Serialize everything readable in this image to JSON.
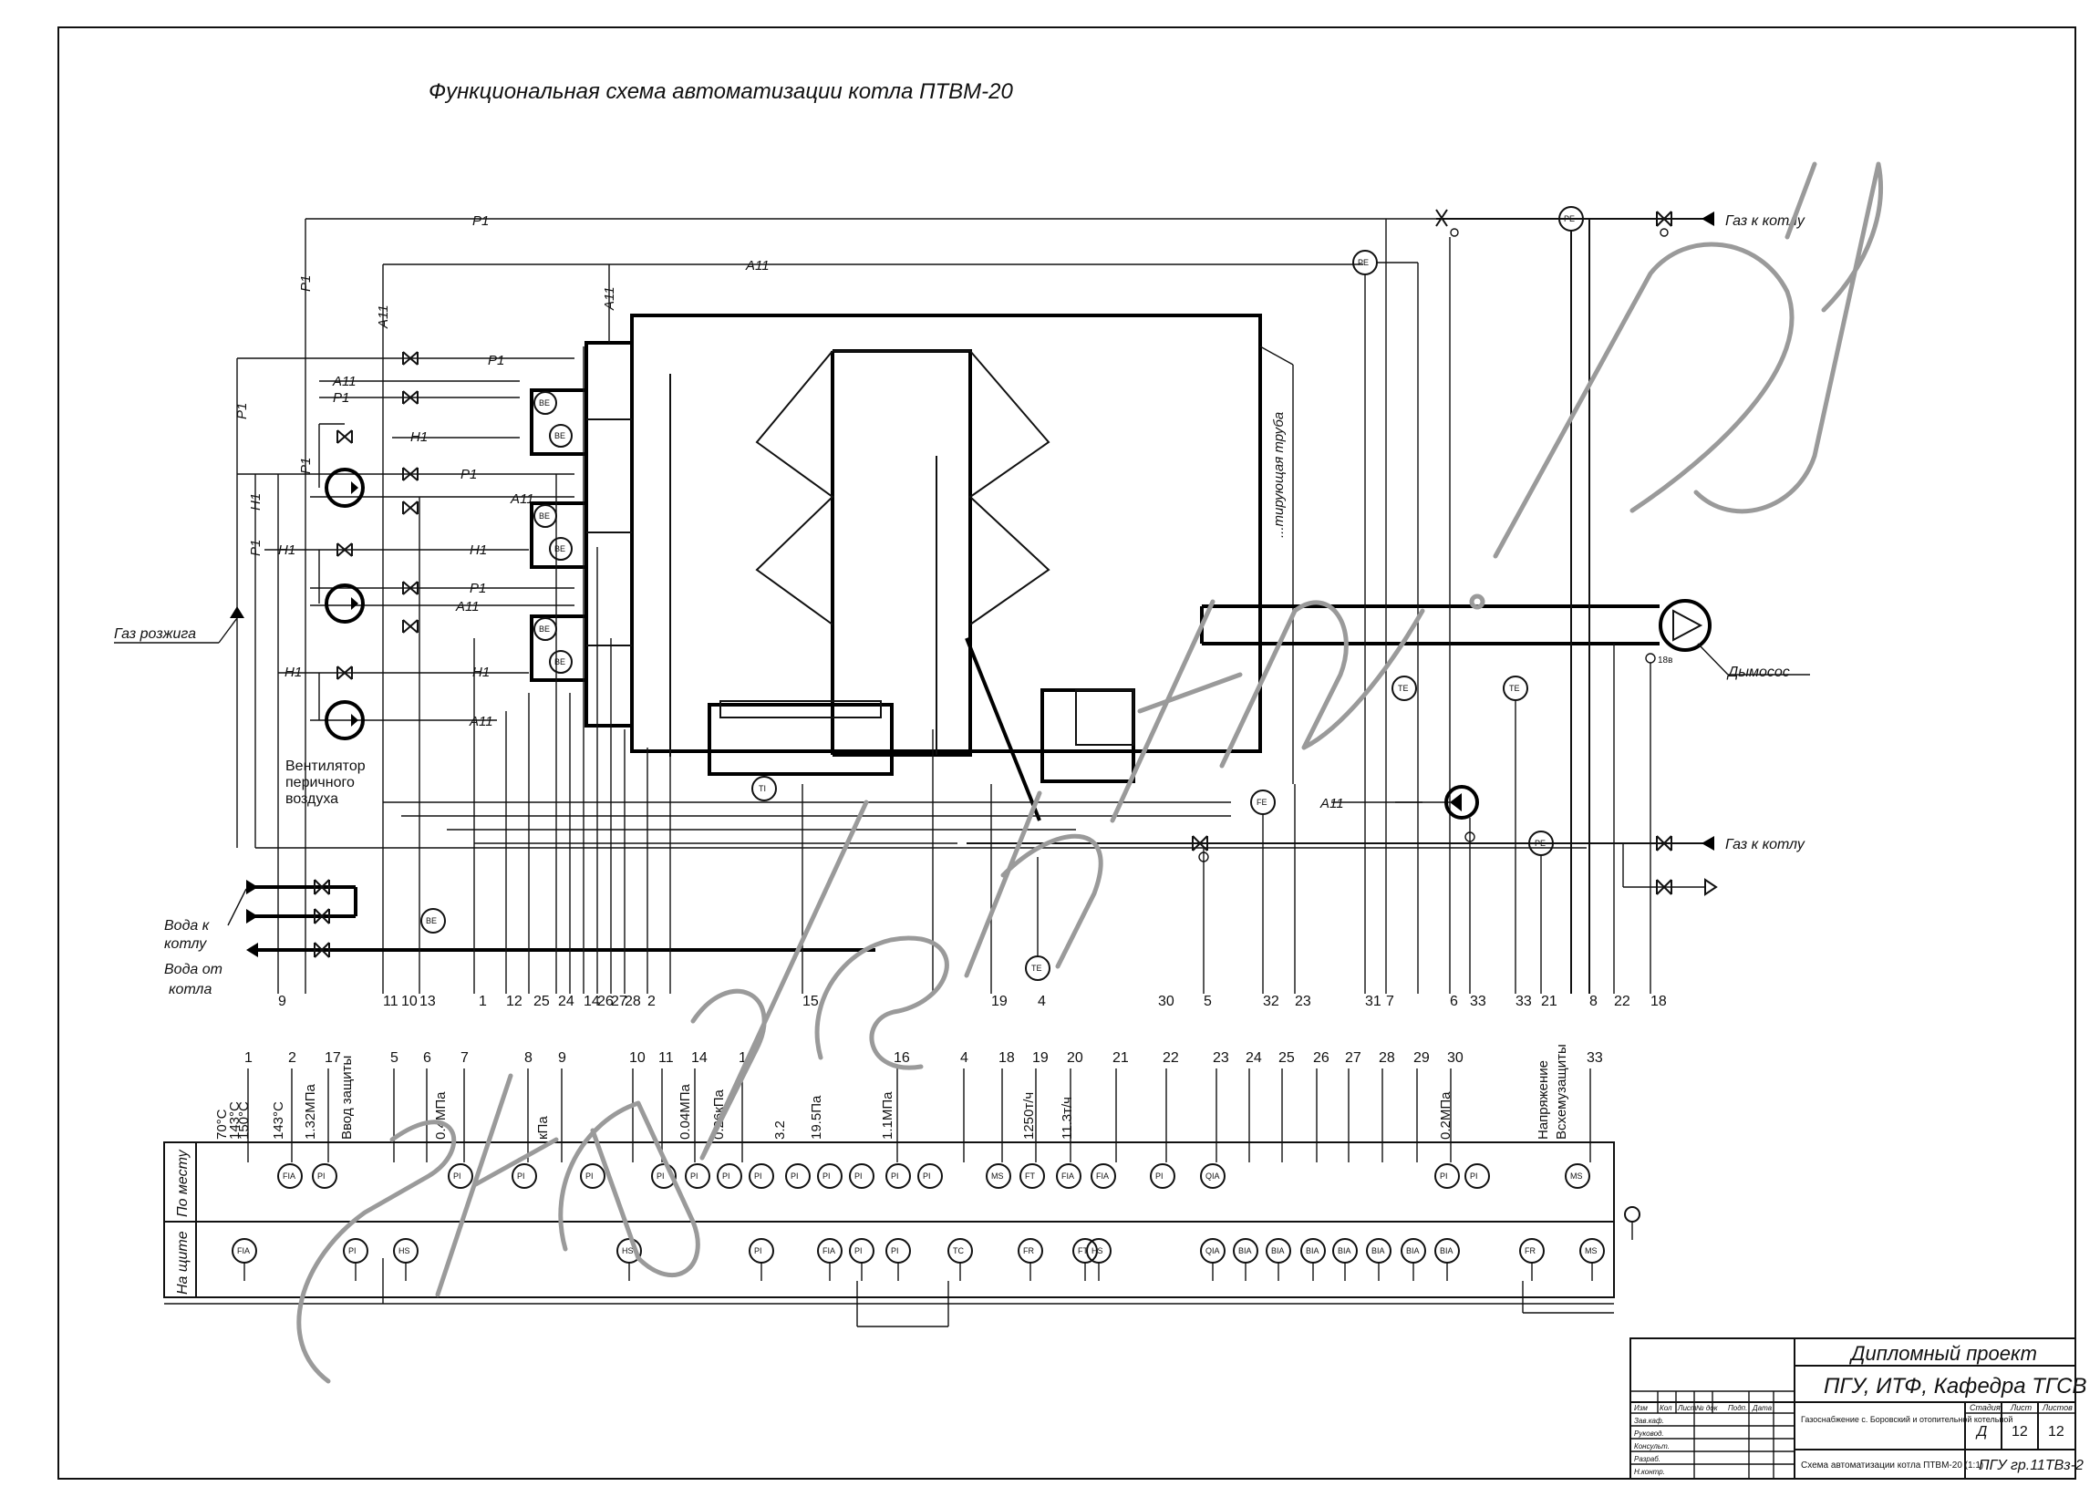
{
  "title": "Функциональная схема автоматизации котла ПТВМ-20",
  "line_labels": {
    "p1": "P1",
    "a11": "A11",
    "h1": "H1"
  },
  "labels": {
    "gas_to_boiler": "Газ к котлу",
    "ignition_gas": "Газ розжига",
    "smoke_exhauster": "Дымосос",
    "fan_line1": "Вентилятор",
    "fan_line2": "перичного",
    "fan_line3": "воздуха",
    "water_to_boiler_1": "Вода к",
    "water_to_boiler_2": "котлу",
    "water_from_boiler_1": "Вода от",
    "water_from_boiler_2": "котла",
    "chimney": "...тирующая труба",
    "on_site": "По месту",
    "on_panel": "На щите"
  },
  "bus_numbers": [
    "9",
    "11",
    "10",
    "13",
    "1",
    "12",
    "25",
    "24",
    "14",
    "26",
    "27",
    "28",
    "2",
    "15",
    "19",
    "4",
    "30",
    "5",
    "32",
    "23",
    "31",
    "7",
    "6",
    "33",
    "33",
    "21",
    "8",
    "22",
    "18"
  ],
  "panel_numbers": [
    "1",
    "2",
    "17",
    "5",
    "6",
    "7",
    "8",
    "9",
    "10",
    "11",
    "14",
    "1",
    "16",
    "4",
    "18",
    "19",
    "20",
    "21",
    "22",
    "23",
    "24",
    "25",
    "26",
    "27",
    "28",
    "29",
    "30",
    "33"
  ],
  "setpoints": [
    "70°C",
    "143°C",
    "150°C",
    "143°C",
    "1.32МПа",
    "Ввод защиты",
    "0.4МПа",
    "кПа",
    "0.04МПа",
    "0.26кПа",
    "3.2",
    "19.5Па",
    "1.1МПа",
    "1250т/ч",
    "11.3т/ч",
    "0.2МПа",
    "Напряжение",
    "Всхемузащиты"
  ],
  "instruments": {
    "pe20": "PE",
    "pe21": "PE",
    "pe20b": "PE",
    "te2": "TE",
    "te19": "TE",
    "ft": "FT",
    "ti": "TI",
    "fe": "FE",
    "be": "BE",
    "ms": "MS",
    "hs": "HS",
    "fia": "FIA",
    "pi": "PI",
    "tc": "TC",
    "fr": "FR",
    "bia": "BIA",
    "qia": "QIA",
    "te7": "TE",
    "vt": "18в"
  },
  "title_block": {
    "header": "Дипломный проект",
    "org": "ПГУ, ИТФ, Кафедра ТГСВ",
    "stage_hdr": "Стадия",
    "sheet_hdr": "Лист",
    "sheets_hdr": "Листов",
    "stage": "Д",
    "sheet": "12",
    "sheets": "12",
    "topic": "Газоснабжение с. Боровский и отопительной котельной",
    "drawing": "Схема автоматизации котла ПТВМ-20 (1:1)",
    "group": "ПГУ гр.11ТВз-2",
    "cols": [
      "Изм",
      "Кол",
      "Лист",
      "№ док",
      "Подп.",
      "Дата"
    ],
    "rows": [
      "Зав.каф.",
      "Руковод.",
      "Консульт.",
      "Разраб.",
      "Н.контр."
    ]
  },
  "watermark": "studentu.by"
}
